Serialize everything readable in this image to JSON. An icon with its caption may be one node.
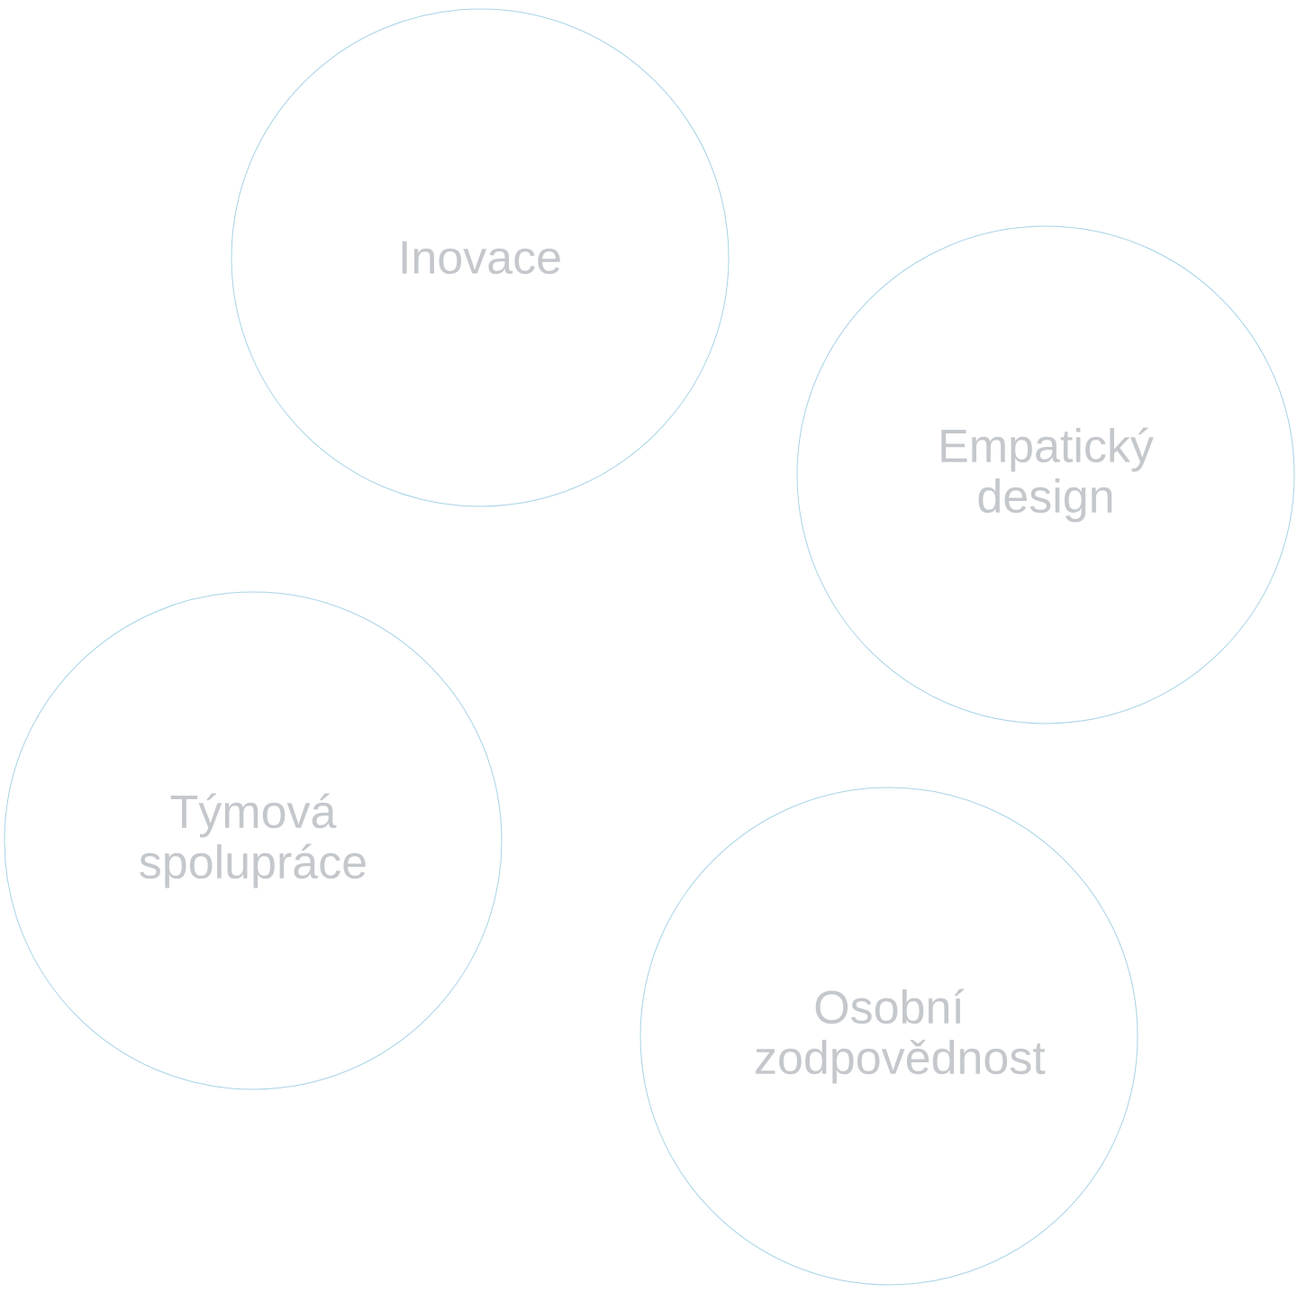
{
  "diagram": {
    "nodes": [
      {
        "text": [
          "Inovace"
        ]
      },
      {
        "text": [
          "Empatický design"
        ]
      },
      {
        "text": [
          "Týmová spolupráce"
        ]
      },
      {
        "text": [
          "Osobní zodpovědnost"
        ]
      }
    ]
  }
}
